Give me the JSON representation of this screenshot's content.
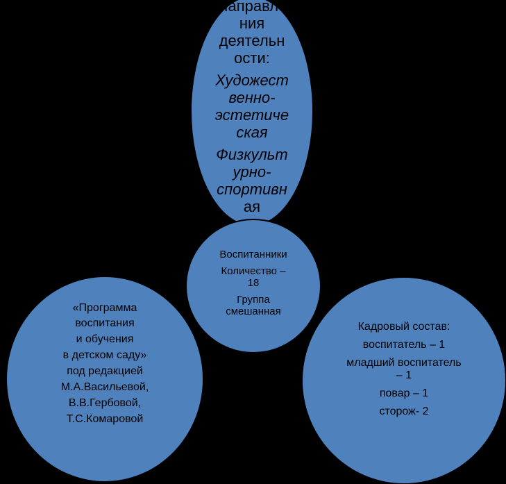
{
  "colors": {
    "background": "#000000",
    "circle_fill": "#4f81bd",
    "circle_stroke": "#000000",
    "text": "#000000"
  },
  "top_circle": {
    "line1": "Направле",
    "line2": "ния",
    "line3": "деятельн",
    "line4": "ости:",
    "item1_line1": "Художест",
    "item1_line2": "венно-",
    "item1_line3": "эстетиче",
    "item1_line4": "ская",
    "item2_line1": "Физкульт",
    "item2_line2": "урно-",
    "item2_line3": "спортивн",
    "item2_line4": "ая"
  },
  "center_circle": {
    "title": "Воспитанники",
    "count_line1": "Количество –",
    "count_line2": "18",
    "group_line1": "Группа",
    "group_line2": "смешанная"
  },
  "left_circle": {
    "line1": "«Программа",
    "line2": "воспитания",
    "line3": "и обучения",
    "line4": "в детском саду»",
    "line5": "под редакцией",
    "line6": "М.А.Васильевой,",
    "line7": "В.В.Гербовой,",
    "line8": "Т.С.Комаровой"
  },
  "right_circle": {
    "title": "Кадровый состав:",
    "item1": "воспитатель – 1",
    "item2_line1": "младший воспитатель",
    "item2_line2": "– 1",
    "item3": "повар – 1",
    "item4": "сторож- 2"
  }
}
